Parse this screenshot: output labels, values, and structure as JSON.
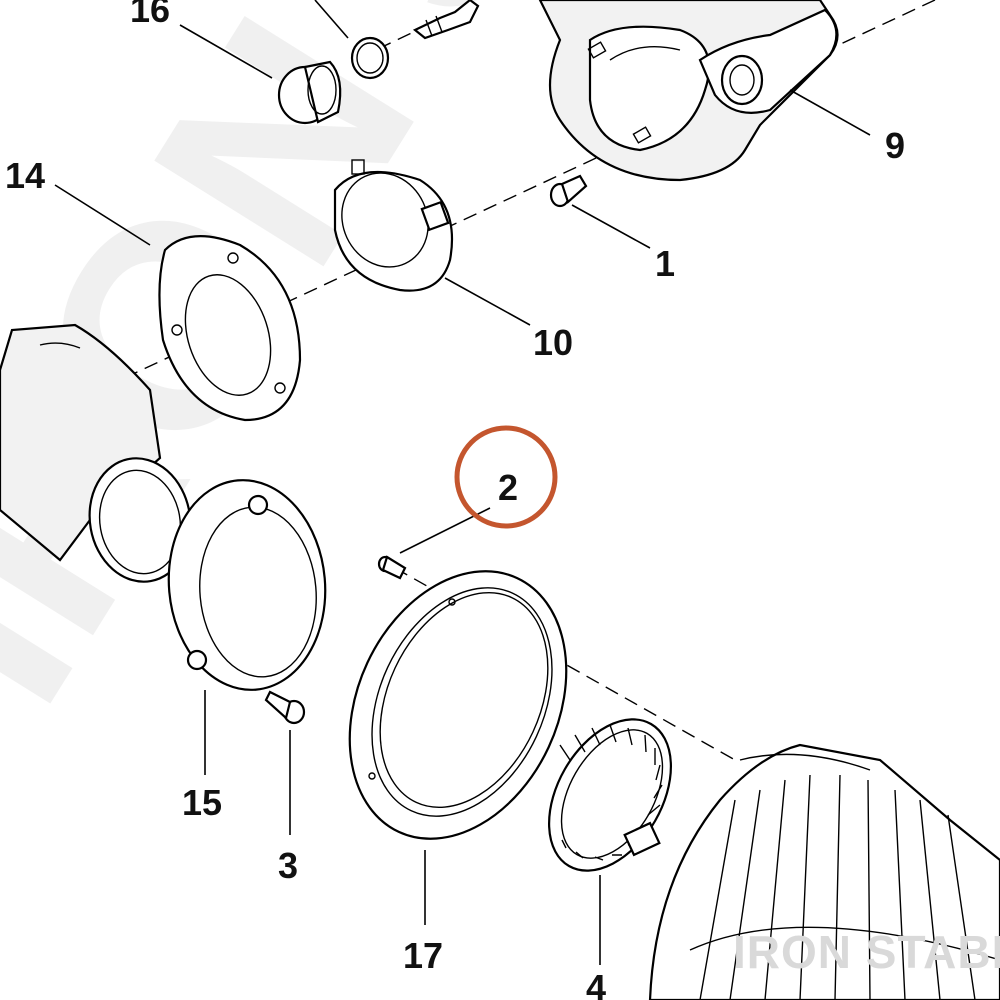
{
  "diagram": {
    "callouts": {
      "c16": "16",
      "c9": "9",
      "c14": "14",
      "c1": "1",
      "c10": "10",
      "c2": "2",
      "c15": "15",
      "c3": "3",
      "c17": "17",
      "c4": "4"
    },
    "highlighted_callout": "2",
    "highlight_color": "#c4562e",
    "watermark": {
      "text": "IRON STABLE",
      "color": "#f0f0f0"
    },
    "brand_text": "IRON STABLE"
  }
}
